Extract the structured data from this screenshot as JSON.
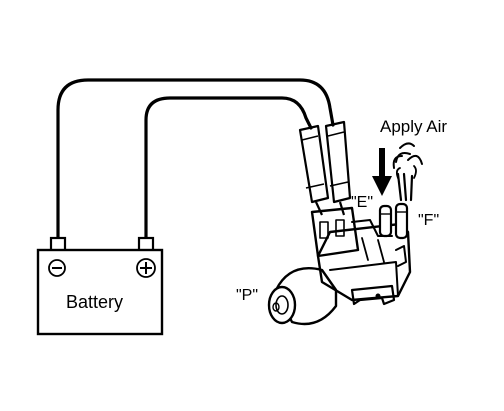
{
  "labels": {
    "battery": "Battery",
    "negative_terminal": "⊖",
    "positive_terminal": "⊕",
    "apply_air": "Apply Air",
    "port_e": "\"E\"",
    "port_f": "\"F\"",
    "port_p": "\"P\""
  },
  "colors": {
    "line": "#000000",
    "background": "#ffffff"
  }
}
